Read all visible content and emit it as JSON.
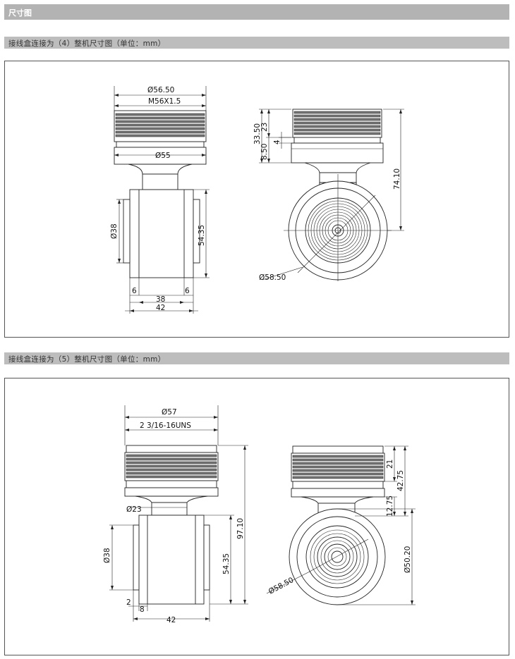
{
  "section_title": "尺寸图",
  "diagram1": {
    "caption": "接线盒连接为（4）整机尺寸图（单位：mm）",
    "dims": {
      "dia_56_50": "Ø56.50",
      "thread": "M56X1.5",
      "dia_55": "Ø55",
      "dia_38": "Ø38",
      "h_54_35": "54.35",
      "w_6_left": "6",
      "w_6_right": "6",
      "w_38": "38",
      "w_42": "42",
      "h_33_50": "33.50",
      "h_23": "23",
      "h_8_50": "8.50",
      "h_4": "4",
      "h_74_10": "74.10",
      "dia_58_50": "Ø58.50"
    }
  },
  "diagram2": {
    "caption": "接线盒连接为（5）整机尺寸图（单位：mm）",
    "dims": {
      "dia_57": "Ø57",
      "thread": "2 3/16-16UNS",
      "dia_23": "Ø23",
      "dia_38": "Ø38",
      "h_54_35": "54.35",
      "h_97_10": "97.10",
      "w_2": "2",
      "w_8": "8",
      "w_42": "42",
      "h_21": "21",
      "h_42_75": "42.75",
      "h_12_75": "12.75",
      "dia_50_20": "Ø50.20",
      "dia_58_50": "Ø58.50"
    }
  }
}
